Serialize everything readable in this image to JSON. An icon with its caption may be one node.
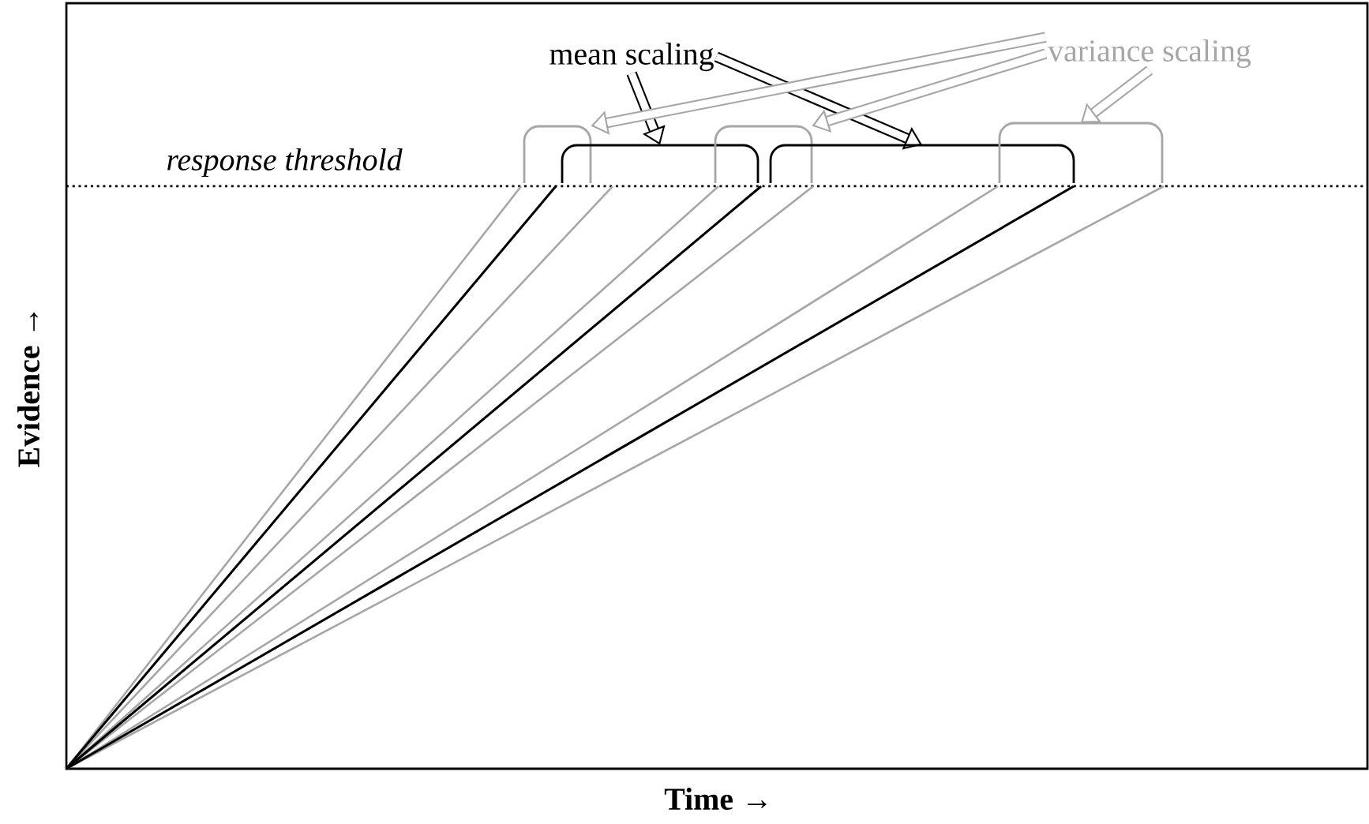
{
  "diagram": {
    "nodes": [
      {
        "text": [
          "mean scaling"
        ]
      },
      {
        "text": [
          "variance scaling"
        ]
      },
      {
        "text": [],
        "shape": "bracket"
      },
      {
        "text": [],
        "shape": "bracket"
      },
      {
        "text": [],
        "shape": "bracket"
      },
      {
        "text": [],
        "shape": "bracket"
      },
      {
        "text": [],
        "shape": "bracket"
      }
    ],
    "edges": [
      {
        "from": 0,
        "to": 3,
        "arrow": "to",
        "color": "#000000"
      },
      {
        "from": 0,
        "to": 5,
        "arrow": "to",
        "color": "#000000"
      },
      {
        "from": 1,
        "to": 2,
        "arrow": "to",
        "color": "#a6a6a6"
      },
      {
        "from": 1,
        "to": 4,
        "arrow": "to",
        "color": "#a6a6a6"
      },
      {
        "from": 1,
        "to": 6,
        "arrow": "to",
        "color": "#a6a6a6"
      }
    ],
    "labels": [
      "response threshold",
      "Evidence →",
      "Time →"
    ]
  }
}
